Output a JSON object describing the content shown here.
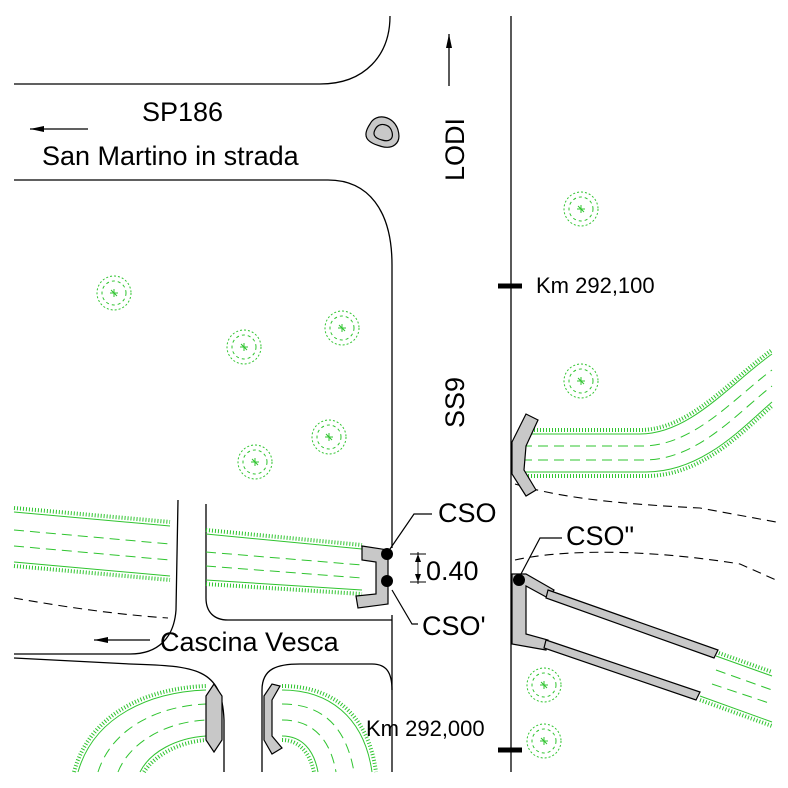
{
  "labels": {
    "sp186": "SP186",
    "san_martino": "San Martino in strada",
    "lodi": "LODI",
    "km_292_100": "Km 292,100",
    "ss9": "SS9",
    "cso": "CSO",
    "cso_prime": "CSO'",
    "cso_double_prime": "CSO\"",
    "dimension": "0.40",
    "cascina_vesca": "Cascina Vesca",
    "km_292_000": "Km 292,000"
  },
  "colors": {
    "line": "#000000",
    "vegetation": "#2fc42f",
    "curb_fill": "#c8c8c8",
    "background": "#ffffff"
  },
  "icons": {
    "tree": "tree-icon",
    "arrow_west": "arrow-west-icon",
    "arrow_north": "arrow-north-icon"
  }
}
